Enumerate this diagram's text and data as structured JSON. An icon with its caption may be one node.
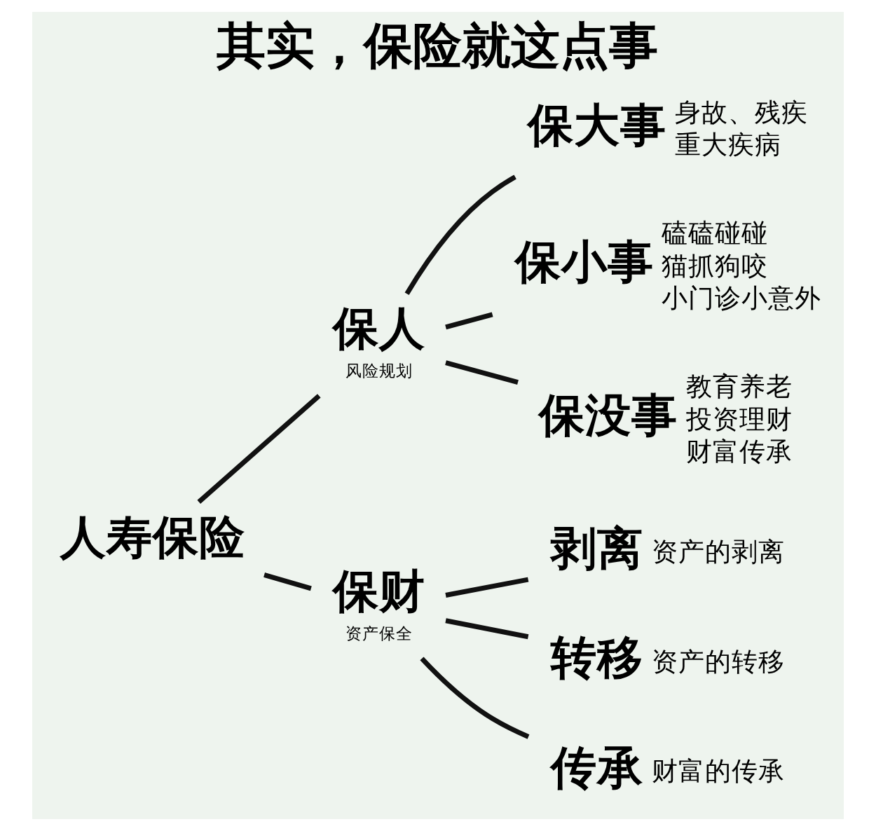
{
  "diagram": {
    "title": "其实，保险就这点事",
    "nodes": [
      {
        "text": [
          "人寿保险"
        ]
      },
      {
        "text": [
          "保人",
          "风险规划"
        ]
      },
      {
        "text": [
          "保财",
          "资产保全"
        ]
      },
      {
        "text": [
          "保大事"
        ],
        "beside": [
          "身故、残疾",
          "重大疾病"
        ]
      },
      {
        "text": [
          "保小事"
        ],
        "beside": [
          "磕磕碰碰",
          "猫抓狗咬",
          "小门诊小意外"
        ]
      },
      {
        "text": [
          "保没事"
        ],
        "beside": [
          "教育养老",
          "投资理财",
          "财富传承"
        ]
      },
      {
        "text": [
          "剥离"
        ],
        "beside": [
          "资产的剥离"
        ]
      },
      {
        "text": [
          "转移"
        ],
        "beside": [
          "资产的转移"
        ]
      },
      {
        "text": [
          "传承"
        ],
        "beside": [
          "财富的传承"
        ]
      }
    ],
    "edges": [
      {
        "from": 0,
        "to": 1,
        "arrow": "none"
      },
      {
        "from": 0,
        "to": 2,
        "arrow": "none"
      },
      {
        "from": 1,
        "to": 3,
        "arrow": "none"
      },
      {
        "from": 1,
        "to": 4,
        "arrow": "none"
      },
      {
        "from": 1,
        "to": 5,
        "arrow": "none"
      },
      {
        "from": 2,
        "to": 6,
        "arrow": "none"
      },
      {
        "from": 2,
        "to": 7,
        "arrow": "none"
      },
      {
        "from": 2,
        "to": 8,
        "arrow": "none"
      }
    ]
  }
}
